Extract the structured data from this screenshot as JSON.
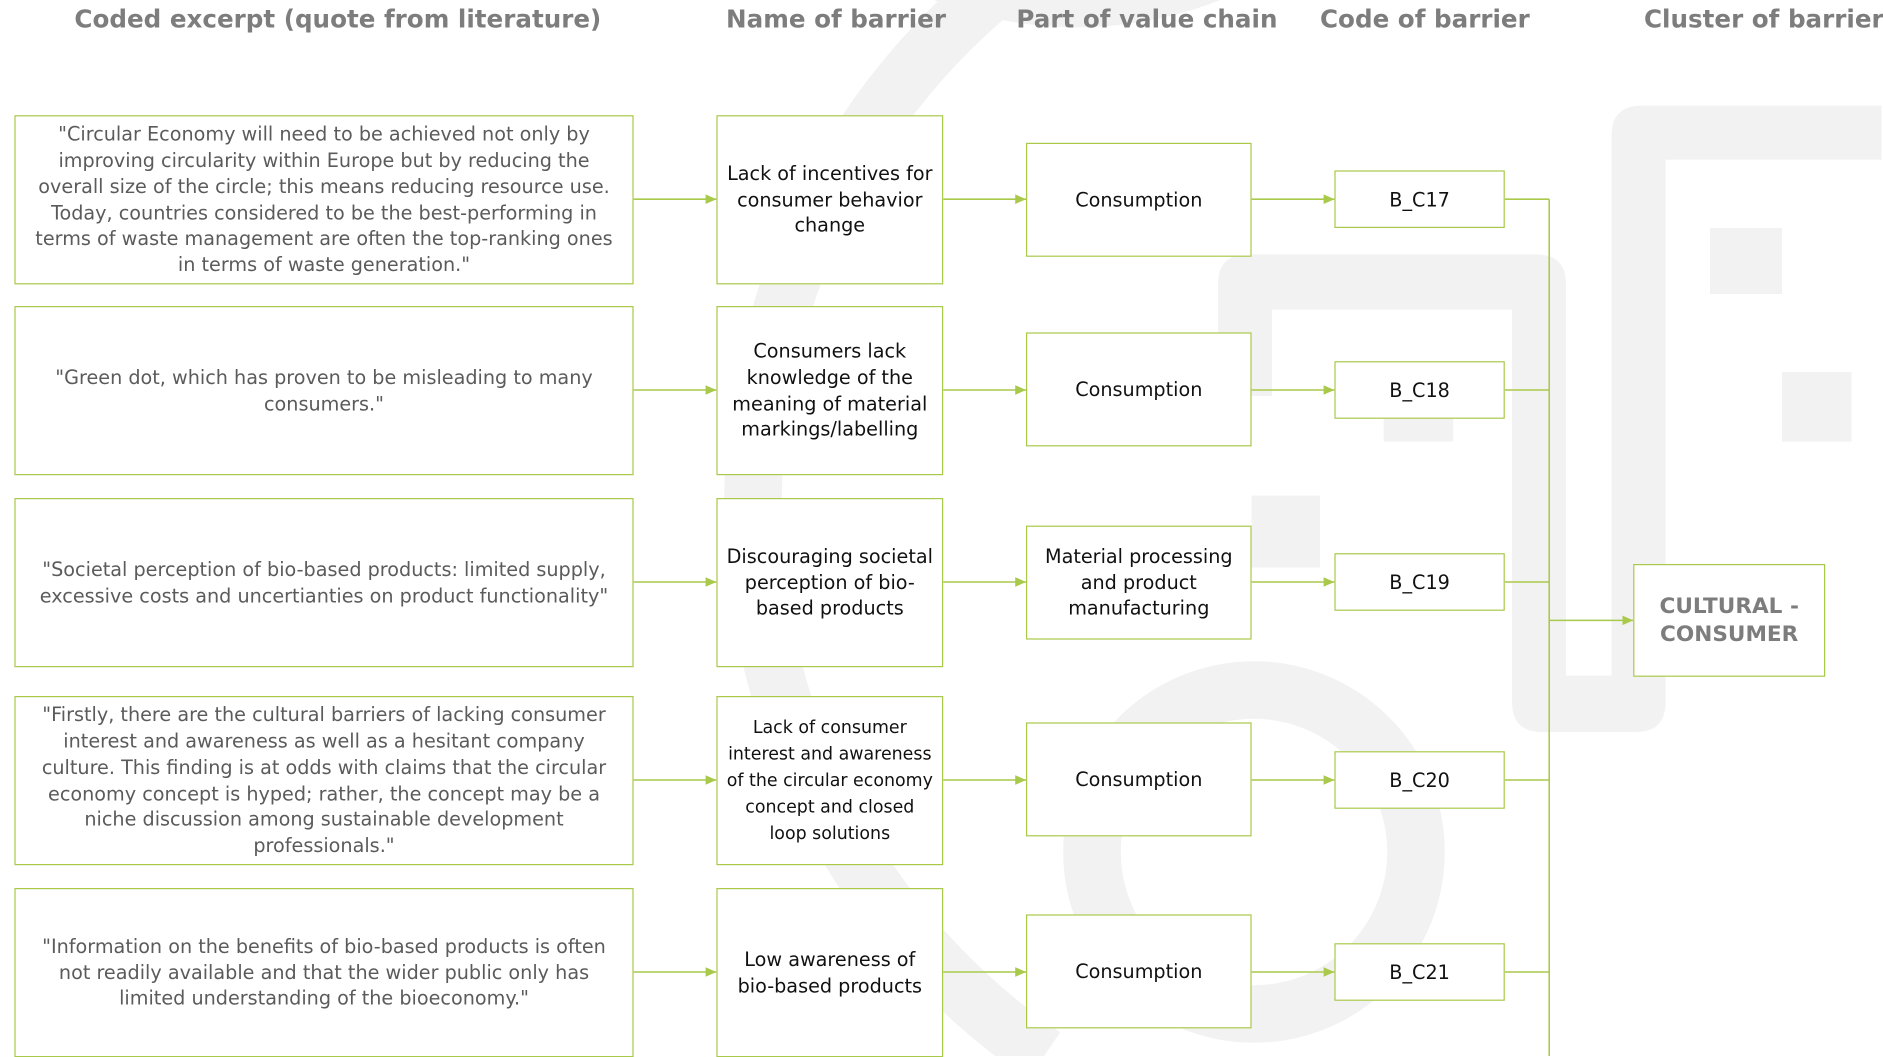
{
  "headers": {
    "excerpt": "Coded excerpt (quote from literature)",
    "name": "Name of barrier",
    "value_chain": "Part of value chain",
    "code": "Code of barrier",
    "cluster": "Cluster of barrier"
  },
  "rows": [
    {
      "quote": "\"Circular Economy will need to be achieved not only by improving circularity within Europe but by reducing the overall size of the circle; this means reducing resource use. Today, countries considered to be the best-performing in terms of waste management are often the top-ranking ones in terms of waste generation.\"",
      "name": "Lack of incentives for consumer behavior change",
      "value_chain": "Consumption",
      "code": "B_C17"
    },
    {
      "quote": "\"Green dot, which has proven to be misleading to many consumers.\"",
      "name": "Consumers lack knowledge of the meaning of material markings/labelling",
      "value_chain": "Consumption",
      "code": "B_C18"
    },
    {
      "quote": "\"Societal perception of bio-based products: limited supply, excessive costs and uncertianties on product functionality\"",
      "name": "Discouraging societal perception of bio-based products",
      "value_chain": "Material processing and product manufacturing",
      "code": "B_C19"
    },
    {
      "quote": "\"Firstly, there are the cultural barriers of lacking consumer interest and awareness as well as a hesitant company culture. This finding is at odds with claims that the circular economy concept is hyped; rather, the concept may be a niche discussion among sustainable development professionals.\"",
      "name": "Lack of consumer interest and awareness of the circular economy concept and closed loop solutions",
      "value_chain": "Consumption",
      "code": "B_C20"
    },
    {
      "quote": "\"Information on the benefits of bio-based products is often not readily available and that the wider public only has limited understanding of the bioeconomy.\"",
      "name": "Low awareness of bio-based products",
      "value_chain": "Consumption",
      "code": "B_C21"
    }
  ],
  "cluster": "CULTURAL - CONSUMER",
  "colors": {
    "border": "#a9c94a",
    "arrow": "#a9c94a",
    "header_text": "#7d7d7d",
    "watermark": "#f2f2f2"
  }
}
